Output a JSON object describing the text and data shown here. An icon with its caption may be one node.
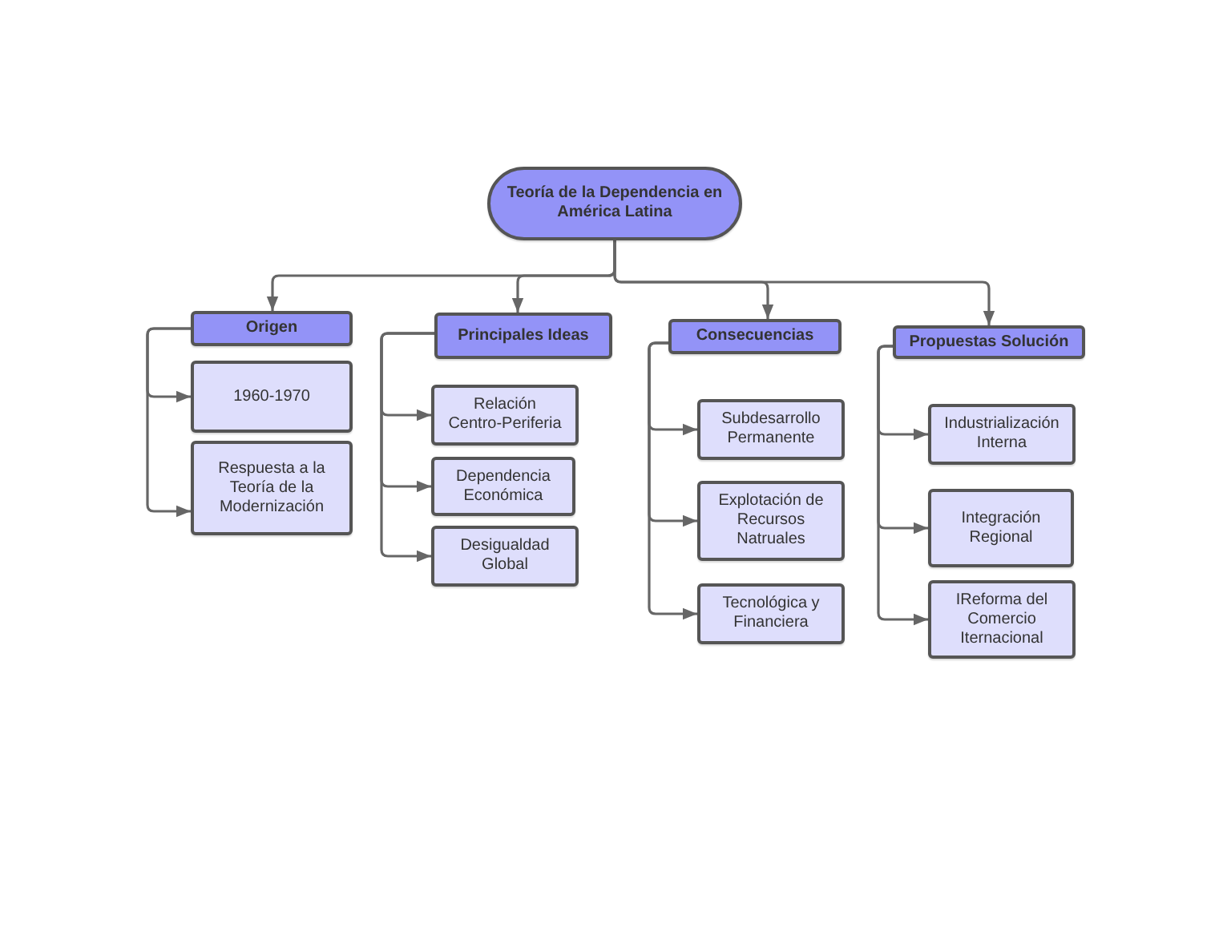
{
  "diagram": {
    "nodes": [
      {
        "text": [
          "Teoría de la Dependencia en América Latina"
        ]
      },
      {
        "text": [
          "Origen"
        ]
      },
      {
        "text": [
          "1960-1970"
        ]
      },
      {
        "text": [
          "Respuesta a la Teoría de la Modernización"
        ]
      },
      {
        "text": [
          "Principales Ideas"
        ]
      },
      {
        "text": [
          "Relación Centro-Periferia"
        ]
      },
      {
        "text": [
          "Dependencia Económica"
        ]
      },
      {
        "text": [
          "Desigualdad Global"
        ]
      },
      {
        "text": [
          "Consecuencias"
        ]
      },
      {
        "text": [
          "Subdesarrollo Permanente"
        ]
      },
      {
        "text": [
          "Explotación de Recursos Natruales"
        ]
      },
      {
        "text": [
          "Tecnológica y Financiera"
        ]
      },
      {
        "text": [
          "Propuestas Solución"
        ]
      },
      {
        "text": [
          "Industrialización Interna"
        ]
      },
      {
        "text": [
          "Integración Regional"
        ]
      },
      {
        "text": [
          "IReforma del Comercio Iternacional"
        ]
      }
    ],
    "edges": [
      {
        "from": 0,
        "to": 1,
        "arrow": "to"
      },
      {
        "from": 0,
        "to": 4,
        "arrow": "to"
      },
      {
        "from": 0,
        "to": 8,
        "arrow": "to"
      },
      {
        "from": 0,
        "to": 12,
        "arrow": "to"
      },
      {
        "from": 1,
        "to": 2,
        "arrow": "to"
      },
      {
        "from": 1,
        "to": 3,
        "arrow": "to"
      },
      {
        "from": 4,
        "to": 5,
        "arrow": "to"
      },
      {
        "from": 4,
        "to": 6,
        "arrow": "to"
      },
      {
        "from": 4,
        "to": 7,
        "arrow": "to"
      },
      {
        "from": 8,
        "to": 9,
        "arrow": "to"
      },
      {
        "from": 8,
        "to": 10,
        "arrow": "to"
      },
      {
        "from": 8,
        "to": 11,
        "arrow": "to"
      },
      {
        "from": 12,
        "to": 13,
        "arrow": "to"
      },
      {
        "from": 12,
        "to": 14,
        "arrow": "to"
      },
      {
        "from": 12,
        "to": 15,
        "arrow": "to"
      }
    ]
  }
}
